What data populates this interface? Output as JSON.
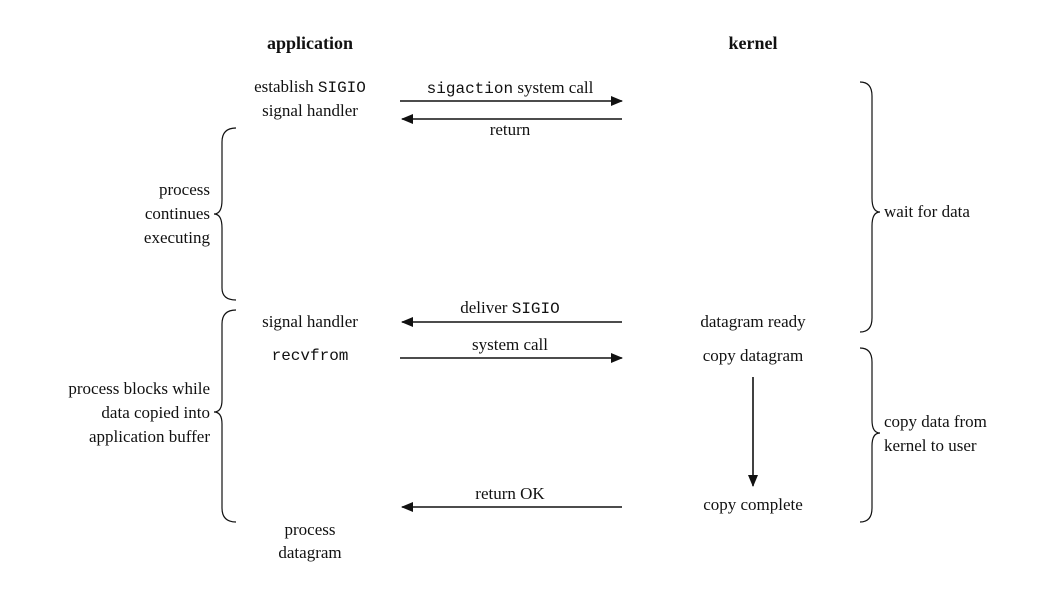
{
  "headers": {
    "application": "application",
    "kernel": "kernel"
  },
  "left": {
    "establish_prefix": "establish ",
    "establish_sig": "SIGIO",
    "signal_handler_1": "signal handler",
    "signal_handler_2": "signal handler",
    "recvfrom": "recvfrom",
    "process_line1": "process",
    "process_line2": "datagram"
  },
  "messages": {
    "sigaction_code": "sigaction",
    "sigaction_rest": " system call",
    "return": "return",
    "deliver_prefix": "deliver ",
    "deliver_sig": "SIGIO",
    "system_call": "system call",
    "return_ok": "return OK"
  },
  "kernel_steps": {
    "datagram_ready": "datagram ready",
    "copy_datagram": "copy datagram",
    "copy_complete": "copy complete"
  },
  "left_brackets": {
    "continues": [
      "process",
      "continues",
      "executing"
    ],
    "blocks": [
      "process blocks while",
      "data copied into",
      "application buffer"
    ]
  },
  "right_brackets": {
    "wait": "wait for data",
    "copy": [
      "copy data from",
      "kernel to user"
    ]
  }
}
